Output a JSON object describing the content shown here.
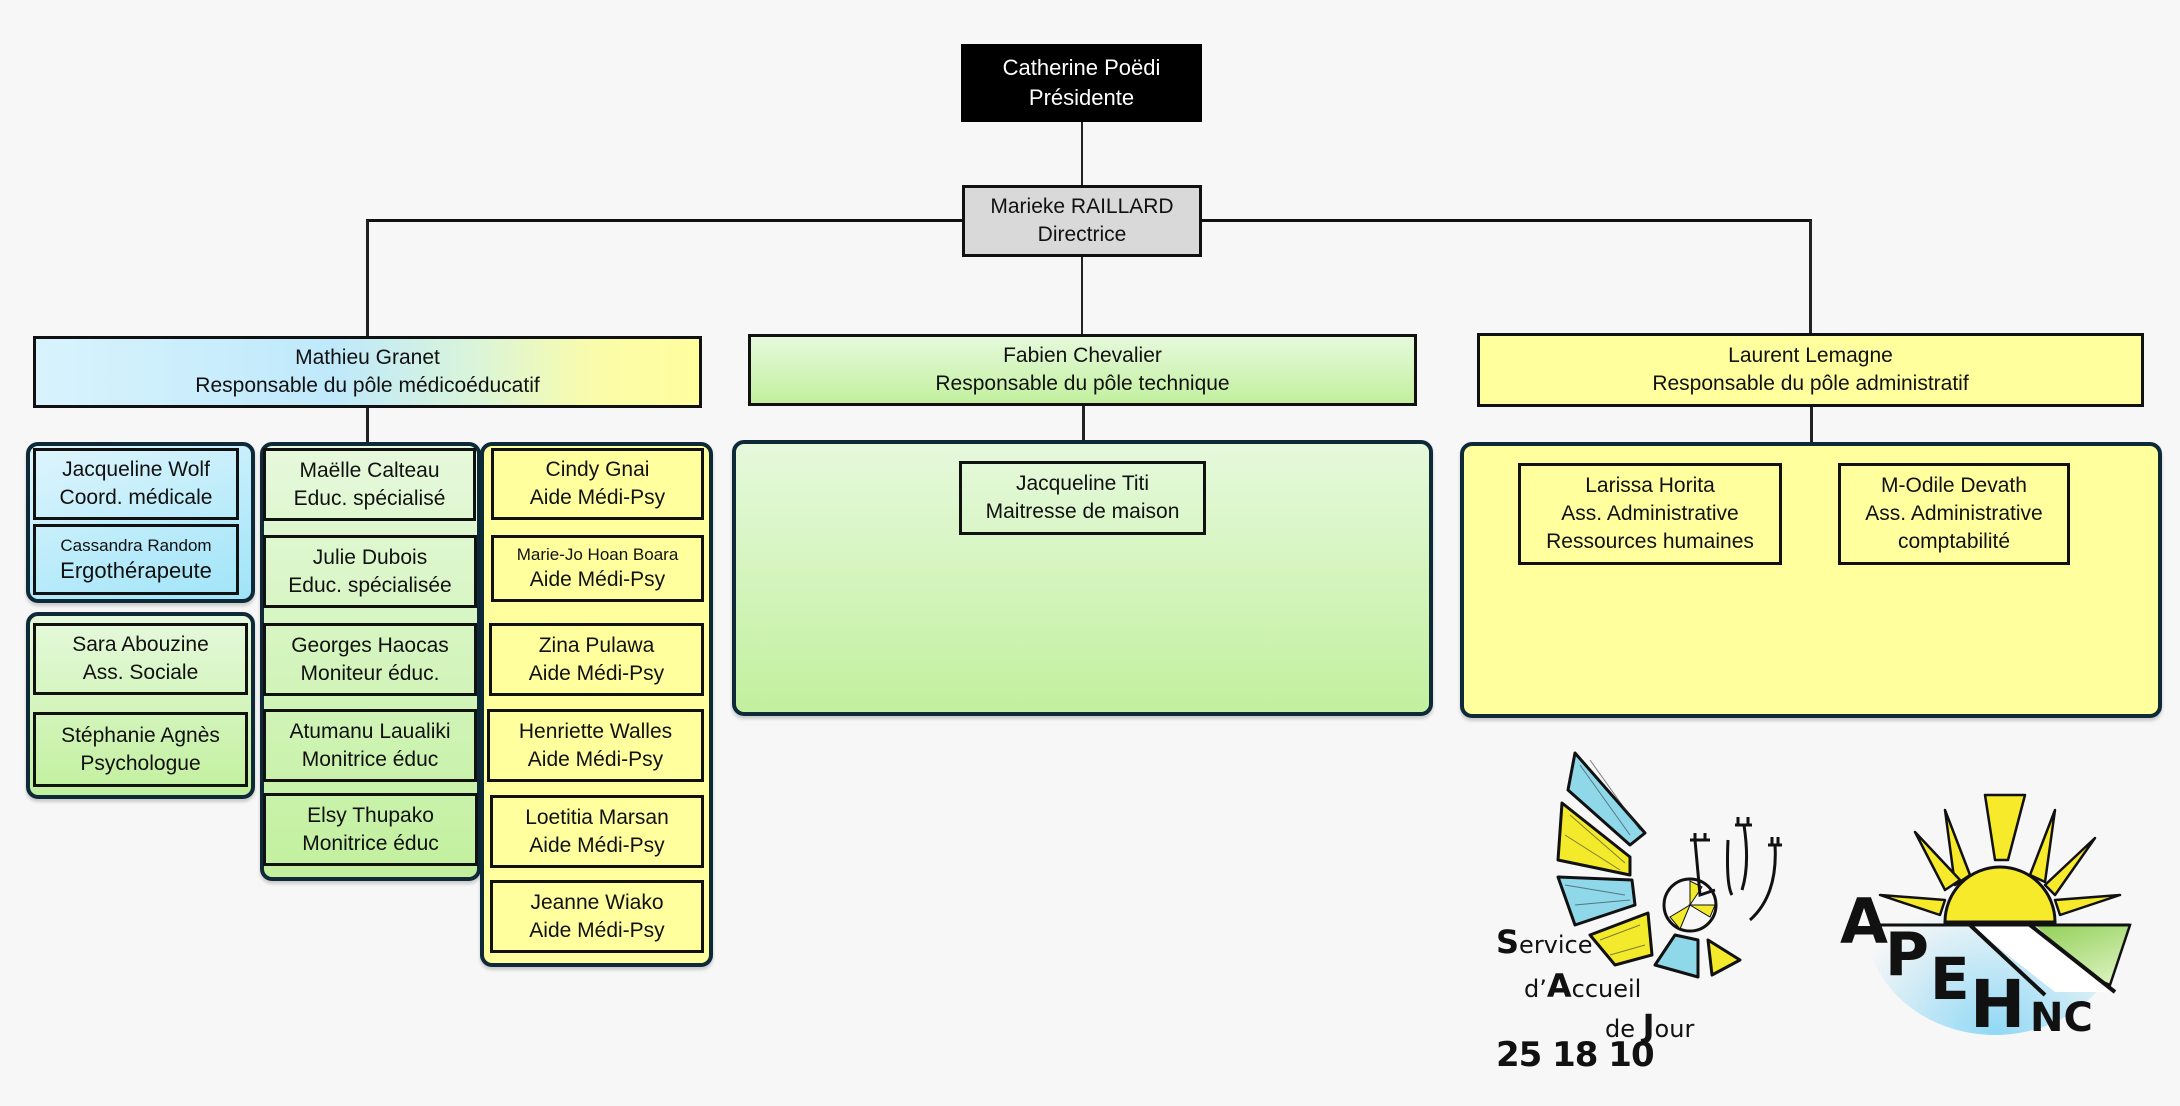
{
  "chart": {
    "president": {
      "name": "Catherine Poëdi",
      "role": "Présidente"
    },
    "director": {
      "name": "Marieke RAILLARD",
      "role": "Directrice"
    },
    "poles": [
      {
        "name": "Mathieu Granet",
        "role": "Responsable du pôle médicoéducatif",
        "groups": [
          {
            "color": "blue",
            "members": [
              {
                "name": "Jacqueline Wolf",
                "role": "Coord. médicale"
              },
              {
                "name": "Cassandra Random",
                "role": "Ergothérapeute"
              }
            ]
          },
          {
            "color": "green",
            "members": [
              {
                "name": "Sara Abouzine",
                "role": "Ass. Sociale"
              },
              {
                "name": "Stéphanie Agnès",
                "role": "Psychologue"
              }
            ]
          },
          {
            "color": "green",
            "members": [
              {
                "name": "Maëlle Calteau",
                "role": "Educ. spécialisé"
              },
              {
                "name": "Julie Dubois",
                "role": "Educ. spécialisée"
              },
              {
                "name": "Georges Haocas",
                "role": "Moniteur éduc."
              },
              {
                "name": "Atumanu Laualiki",
                "role": "Monitrice éduc"
              },
              {
                "name": "Elsy Thupako",
                "role": "Monitrice éduc"
              }
            ]
          },
          {
            "color": "yellow",
            "members": [
              {
                "name": "Cindy Gnai",
                "role": "Aide Médi-Psy"
              },
              {
                "name": "Marie-Jo Hoan Boara",
                "role": "Aide Médi-Psy"
              },
              {
                "name": "Zina Pulawa",
                "role": "Aide Médi-Psy"
              },
              {
                "name": "Henriette Walles",
                "role": "Aide Médi-Psy"
              },
              {
                "name": "Loetitia Marsan",
                "role": "Aide Médi-Psy"
              },
              {
                "name": "Jeanne Wiako",
                "role": "Aide Médi-Psy"
              }
            ]
          }
        ]
      },
      {
        "name": "Fabien Chevalier",
        "role": "Responsable du pôle technique",
        "members": [
          {
            "name": "Jacqueline Titi",
            "role": "Maitresse de maison"
          }
        ]
      },
      {
        "name": "Laurent Lemagne",
        "role": "Responsable du pôle administratif",
        "members": [
          {
            "name": "Larissa Horita",
            "role": "Ass. Administrative",
            "detail": "Ressources humaines"
          },
          {
            "name": "M-Odile Devath",
            "role": "Ass. Administrative",
            "detail": "comptabilité"
          }
        ]
      }
    ]
  },
  "logos": {
    "saj": {
      "line1_initial": "S",
      "line1_rest": "ervice",
      "line2_prefix": "d’",
      "line2_initial": "A",
      "line2_rest": "ccueil",
      "line3_prefix": "de ",
      "line3_initial": "J",
      "line3_rest": "our",
      "phone": "25 18 10"
    },
    "apehnc": {
      "letters": [
        "A",
        "P",
        "E",
        "H"
      ],
      "suffix": "NC"
    }
  },
  "colors": {
    "president_bg": "#000000",
    "director_bg": "#d9d9d9",
    "blue": "#9fe4f8",
    "green": "#c2f09e",
    "yellow": "#ffff9e",
    "container_border": "#0e2a38",
    "background": "#f7f7f7"
  }
}
